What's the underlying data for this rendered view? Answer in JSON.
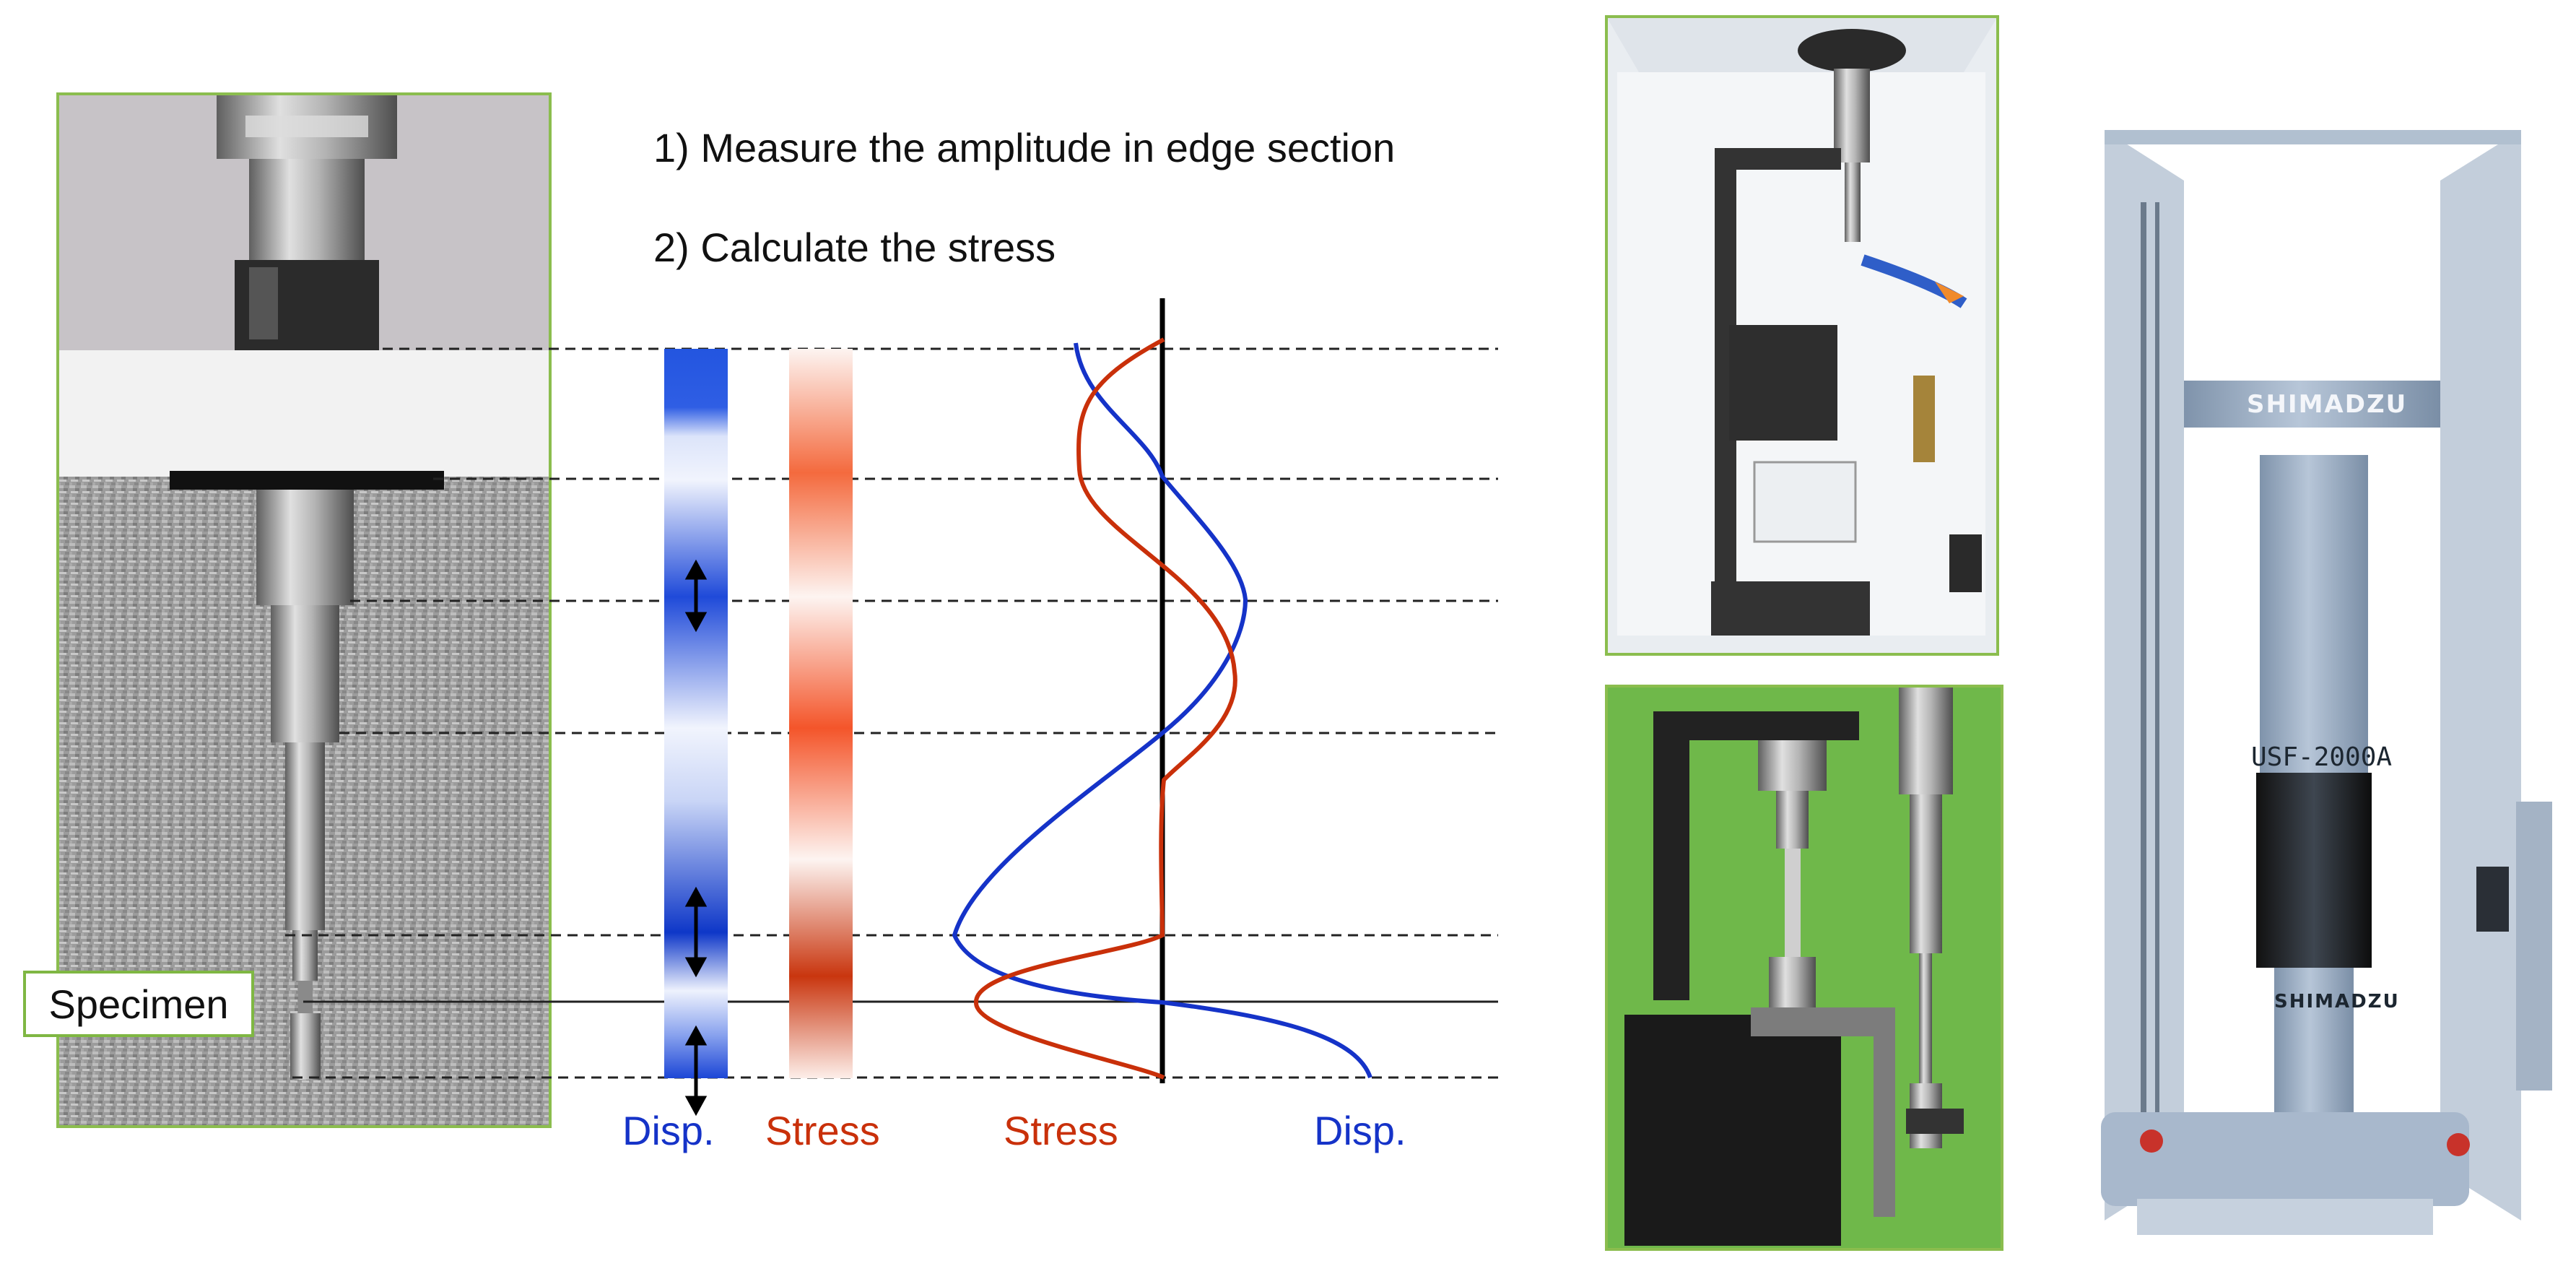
{
  "steps": {
    "step1": "1) Measure the amplitude in edge section",
    "step2": "2) Calculate the stress"
  },
  "specimen_label": "Specimen",
  "bar_labels": {
    "disp_bar": "Disp.",
    "stress_bar": "Stress"
  },
  "curve_labels": {
    "stress_curve": "Stress",
    "disp_curve": "Disp."
  },
  "machine": {
    "model": "USF-2000A",
    "brand_top": "SHIMADZU",
    "brand_bottom": "SHIMADZU"
  },
  "colors": {
    "disp": "#1533c8",
    "stress": "#c9300a",
    "frame_border": "#8bbd4e",
    "green_backdrop": "#6fb84a",
    "machine_blue": "#9fb2c8"
  },
  "icons": {
    "displacement_arrows": "double-headed-vertical-arrow"
  }
}
